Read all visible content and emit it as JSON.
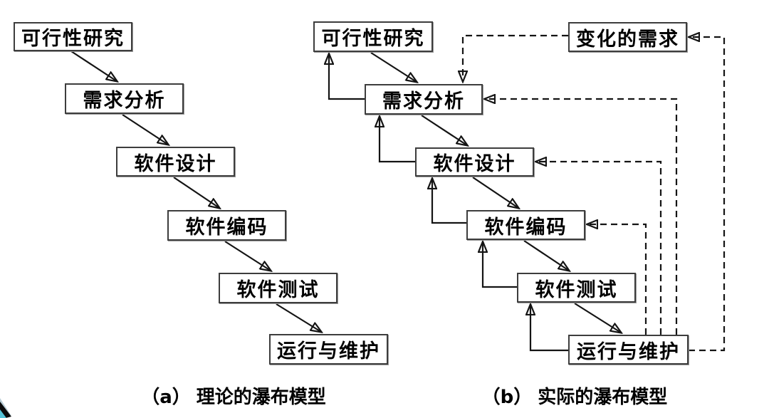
{
  "diagram": {
    "kind": "waterfall-model-comparison",
    "stages": [
      "可行性研究",
      "需求分析",
      "软件设计",
      "软件编码",
      "软件测试",
      "运行与维护"
    ],
    "changing_requirements_label": "变化的需求",
    "captions": {
      "left_index": "（a）",
      "left_title": "理论的瀑布模型",
      "right_index": "（b）",
      "right_title": "实际的瀑布模型"
    },
    "colors": {
      "background": "#ffffff",
      "box_fill": "#ffffff",
      "box_border": "#3d3d3d",
      "line": "#141414",
      "text": "#000000",
      "corner_black": "#0a0a0a",
      "corner_teal": "#55c3d8",
      "corner_slate": "#b9cdd6"
    }
  }
}
